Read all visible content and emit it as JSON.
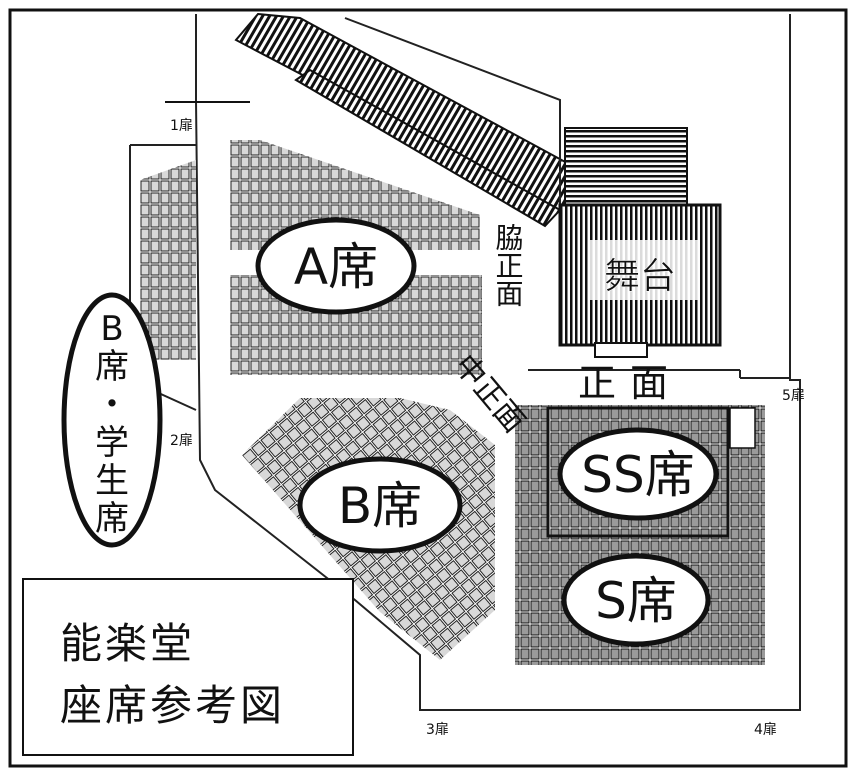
{
  "legend": {
    "line1": "能楽堂",
    "line2": "座席参考図"
  },
  "sections": {
    "a": "A席",
    "b": "B席",
    "ss": "SS席",
    "s": "S席",
    "b_student": [
      "B",
      "席",
      "・",
      "学",
      "生",
      "席"
    ]
  },
  "areas": {
    "stage": "舞台",
    "shomen": "正面",
    "naka_shomen": "中正面",
    "waki_shomen": "脇正面"
  },
  "doors": {
    "d1": "1扉",
    "d2": "2扉",
    "d3": "3扉",
    "d4": "4扉",
    "d5": "5扉"
  },
  "colors": {
    "ink": "#111111",
    "paper": "#ffffff",
    "seat_fill": "#cfcfcf",
    "seat_dark": "#555555"
  }
}
